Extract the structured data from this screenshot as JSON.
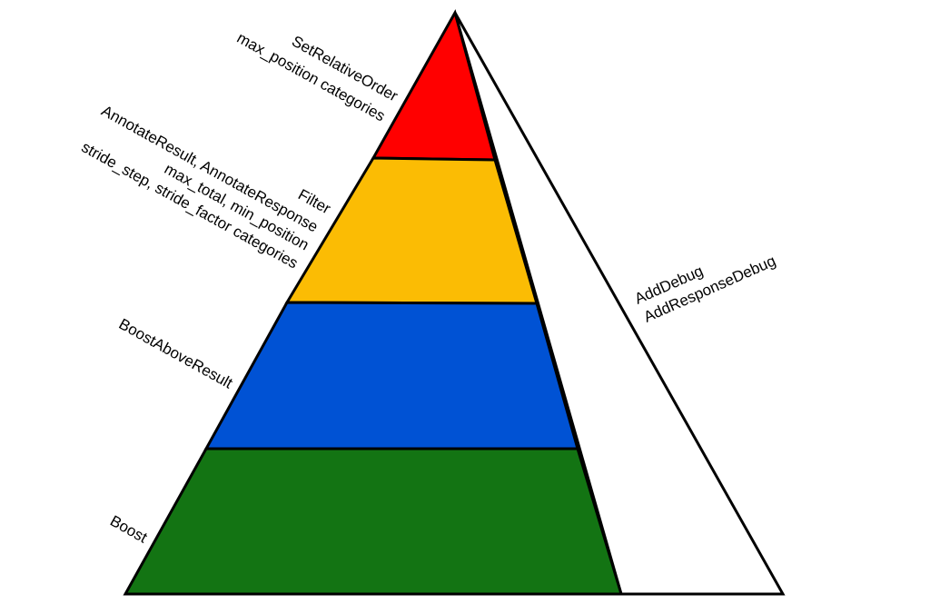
{
  "diagram": {
    "layers": [
      {
        "name": "layer-red",
        "color": "#ff0000"
      },
      {
        "name": "layer-yellow",
        "color": "#fbbc04"
      },
      {
        "name": "layer-blue",
        "color": "#0052d4"
      },
      {
        "name": "layer-green",
        "color": "#137413"
      }
    ],
    "side_panel": {
      "color": "#ffffff"
    },
    "outline_color": "#000000",
    "labels": {
      "set_relative_order": "SetRelativeOrder",
      "max_position_categories": "max_position categories",
      "filter": "Filter",
      "annotate": "AnnotateResult, AnnotateResponse",
      "max_total_min_position": "max_total, min_position",
      "stride": "stride_step, stride_factor categories",
      "boost_above_result": "BoostAboveResult",
      "boost": "Boost",
      "add_debug": "AddDebug",
      "add_response_debug": "AddResponseDebug"
    }
  }
}
